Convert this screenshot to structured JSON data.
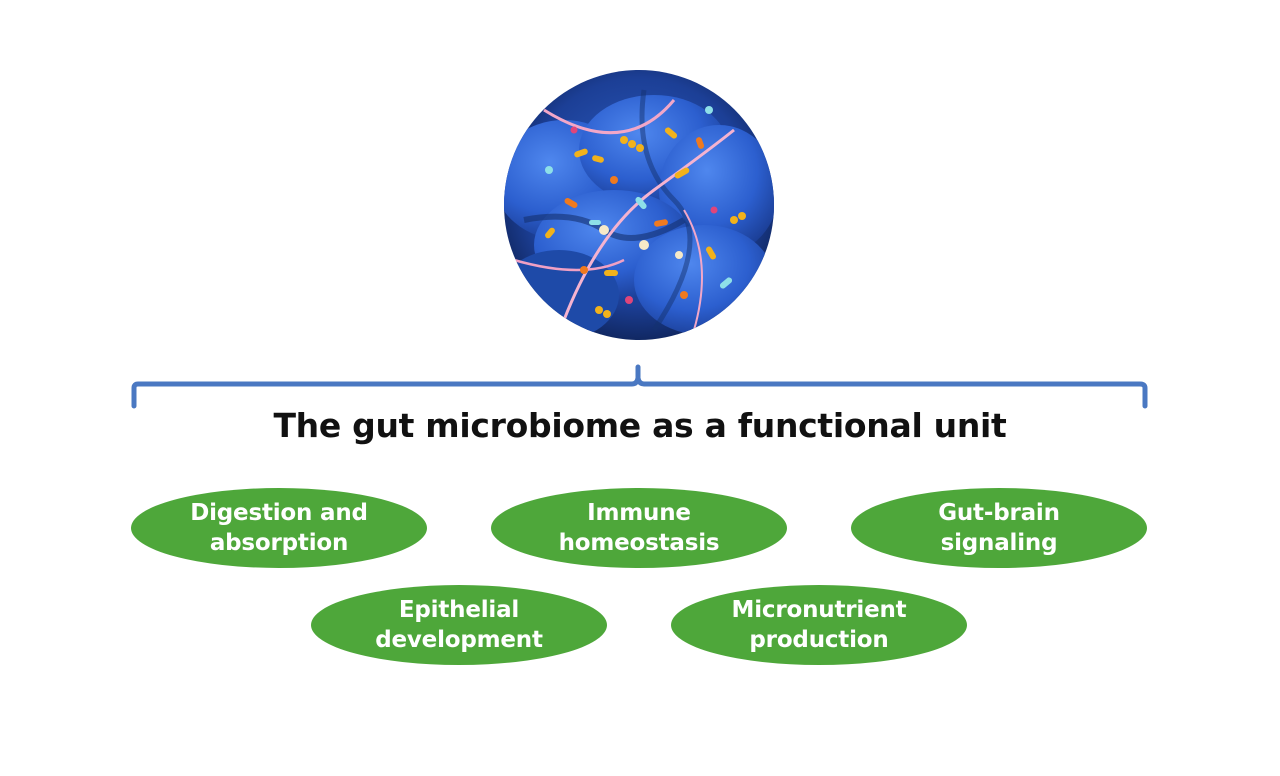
{
  "title": "The gut microbiome as a functional unit",
  "colors": {
    "bracket": "#4a78c2",
    "ellipse_fill": "#4ea73a",
    "ellipse_text": "#ffffff",
    "title_text": "#111111"
  },
  "image": {
    "icon": "gut-bacteria-micrograph-icon"
  },
  "functions": [
    {
      "label": "Digestion and\nabsorption"
    },
    {
      "label": "Immune\nhomeostasis"
    },
    {
      "label": "Gut-brain\nsignaling"
    },
    {
      "label": "Epithelial\ndevelopment"
    },
    {
      "label": "Micronutrient\nproduction"
    }
  ]
}
